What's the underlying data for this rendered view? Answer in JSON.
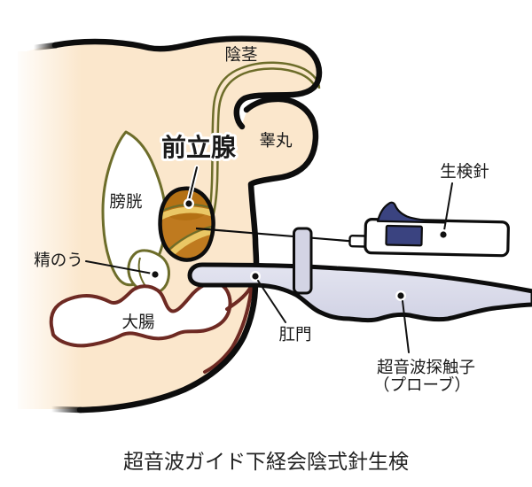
{
  "diagram": {
    "caption": "超音波ガイド下経会陰式針生検",
    "labels": {
      "penis": "陰茎",
      "prostate": "前立腺",
      "testicle": "睾丸",
      "bladder": "膀胱",
      "seminal_vesicle": "精のう",
      "large_intestine": "大腸",
      "anus": "肛門",
      "biopsy_needle": "生検針",
      "probe_line1": "超音波探触子",
      "probe_line2": "（プローブ）"
    },
    "colors": {
      "skin": "#fbe7cc",
      "outline_black": "#0d0d0d",
      "organ_olive": "#6d6d2a",
      "intestine_maroon": "#6e2a23",
      "prostate_fill": "#bf7a1f",
      "prostate_dark": "#b47114",
      "prostate_band": "#eac765",
      "probe_lavender": "#d8d9e8",
      "device_navy": "#3a4380",
      "text": "#1a1a1a"
    }
  }
}
